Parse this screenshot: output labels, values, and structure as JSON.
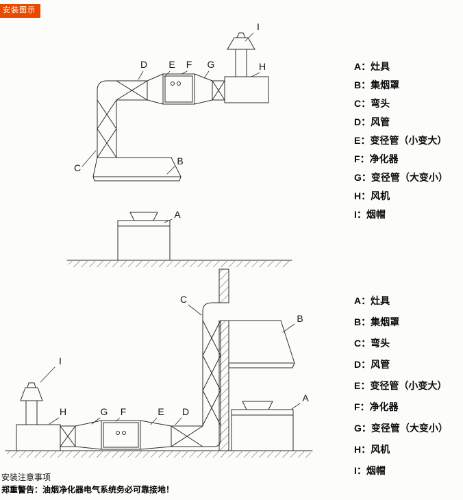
{
  "page": {
    "header_label": "安装图示",
    "header_bg": "#e84b00",
    "line_color": "#2b2b2b",
    "background": "#fcfcfa",
    "footer_note": "安装注意事项",
    "warning": "郑重警告：油烟净化器电气系统务必可靠接地！"
  },
  "legend_items": [
    "A：灶具",
    "B：集烟罩",
    "C：弯头",
    "D：风管",
    "E：变径管（小变大）",
    "F：净化器",
    "G：变径管（大变小）",
    "H：风机",
    "I：烟帽"
  ],
  "marks": {
    "A": "A",
    "B": "B",
    "C": "C",
    "D": "D",
    "E": "E",
    "F": "F",
    "G": "G",
    "H": "H",
    "I": "I"
  }
}
